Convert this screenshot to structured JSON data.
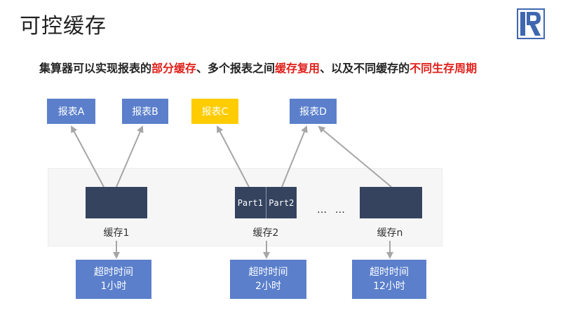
{
  "page": {
    "title": "可控缓存",
    "subtitle": {
      "parts": [
        {
          "text": "集算器可以实现报表的",
          "highlight": false
        },
        {
          "text": "部分缓存",
          "highlight": true
        },
        {
          "text": "、多个报表之间",
          "highlight": false
        },
        {
          "text": "缓存复用",
          "highlight": true
        },
        {
          "text": "、以及不同缓存的",
          "highlight": false
        },
        {
          "text": "不同生存周期",
          "highlight": true
        }
      ]
    }
  },
  "reports": [
    {
      "label": "报表A",
      "color": "#5b7fcb"
    },
    {
      "label": "报表B",
      "color": "#5b7fcb"
    },
    {
      "label": "报表C",
      "color": "#ffcc00"
    },
    {
      "label": "报表D",
      "color": "#5b7fcb"
    }
  ],
  "caches": [
    {
      "label": "缓存1",
      "parts": []
    },
    {
      "label": "缓存2",
      "parts": [
        "Part1",
        "Part2"
      ]
    },
    {
      "label": "缓存n",
      "parts": []
    }
  ],
  "ellipsis": "…  …",
  "timeouts": [
    {
      "line1": "超时时间",
      "line2": "1小时"
    },
    {
      "line1": "超时时间",
      "line2": "2小时"
    },
    {
      "line1": "超时时间",
      "line2": "12小时"
    }
  ],
  "colors": {
    "report_blue": "#5b7fcb",
    "report_yellow": "#ffcc00",
    "cache_dark": "#35435f",
    "highlight_red": "#e0201b",
    "arrow_gray": "#a6a6a6"
  }
}
